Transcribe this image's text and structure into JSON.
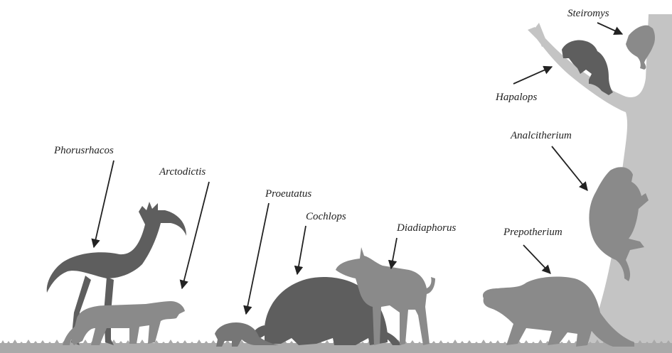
{
  "labels": {
    "steiromys": "Steiromys",
    "hapalops": "Hapalops",
    "analcitherium": "Analcitherium",
    "prepotherium": "Prepotherium",
    "phorusrhacos": "Phorusrhacos",
    "arctodictis": "Arctodictis",
    "proeutatus": "Proeutatus",
    "cochlops": "Cochlops",
    "diadiaphorus": "Diadiaphorus"
  },
  "colors": {
    "tree": "#c4c4c4",
    "ground": "#a9a9a9",
    "dark_silhouette": "#5e5e5e",
    "mid_silhouette": "#767676",
    "light_silhouette": "#8a8a8a",
    "arrow": "#222222",
    "text": "#222222"
  },
  "icons": {
    "arrow": "arrow-icon"
  }
}
